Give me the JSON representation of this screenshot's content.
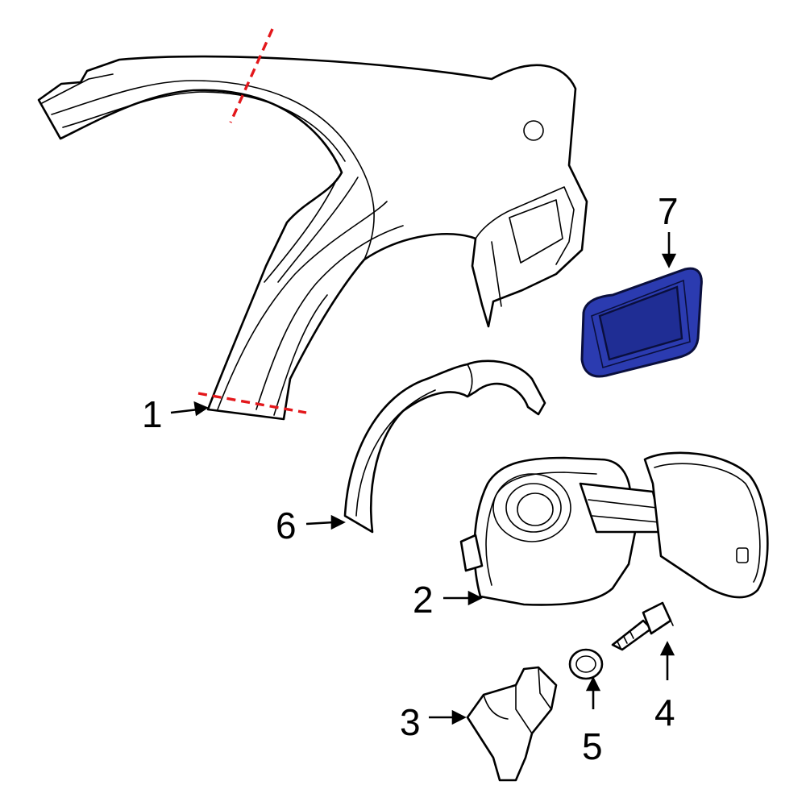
{
  "colors": {
    "highlight_fill": "#2b3bb0",
    "highlight_stroke": "#0a0f3d",
    "cut_line": "#e3171b",
    "ink": "#000000"
  },
  "callouts": [
    {
      "id": "1",
      "label": "1"
    },
    {
      "id": "2",
      "label": "2"
    },
    {
      "id": "3",
      "label": "3"
    },
    {
      "id": "4",
      "label": "4"
    },
    {
      "id": "5",
      "label": "5"
    },
    {
      "id": "6",
      "label": "6"
    },
    {
      "id": "7",
      "label": "7"
    }
  ],
  "highlighted_part": "7"
}
